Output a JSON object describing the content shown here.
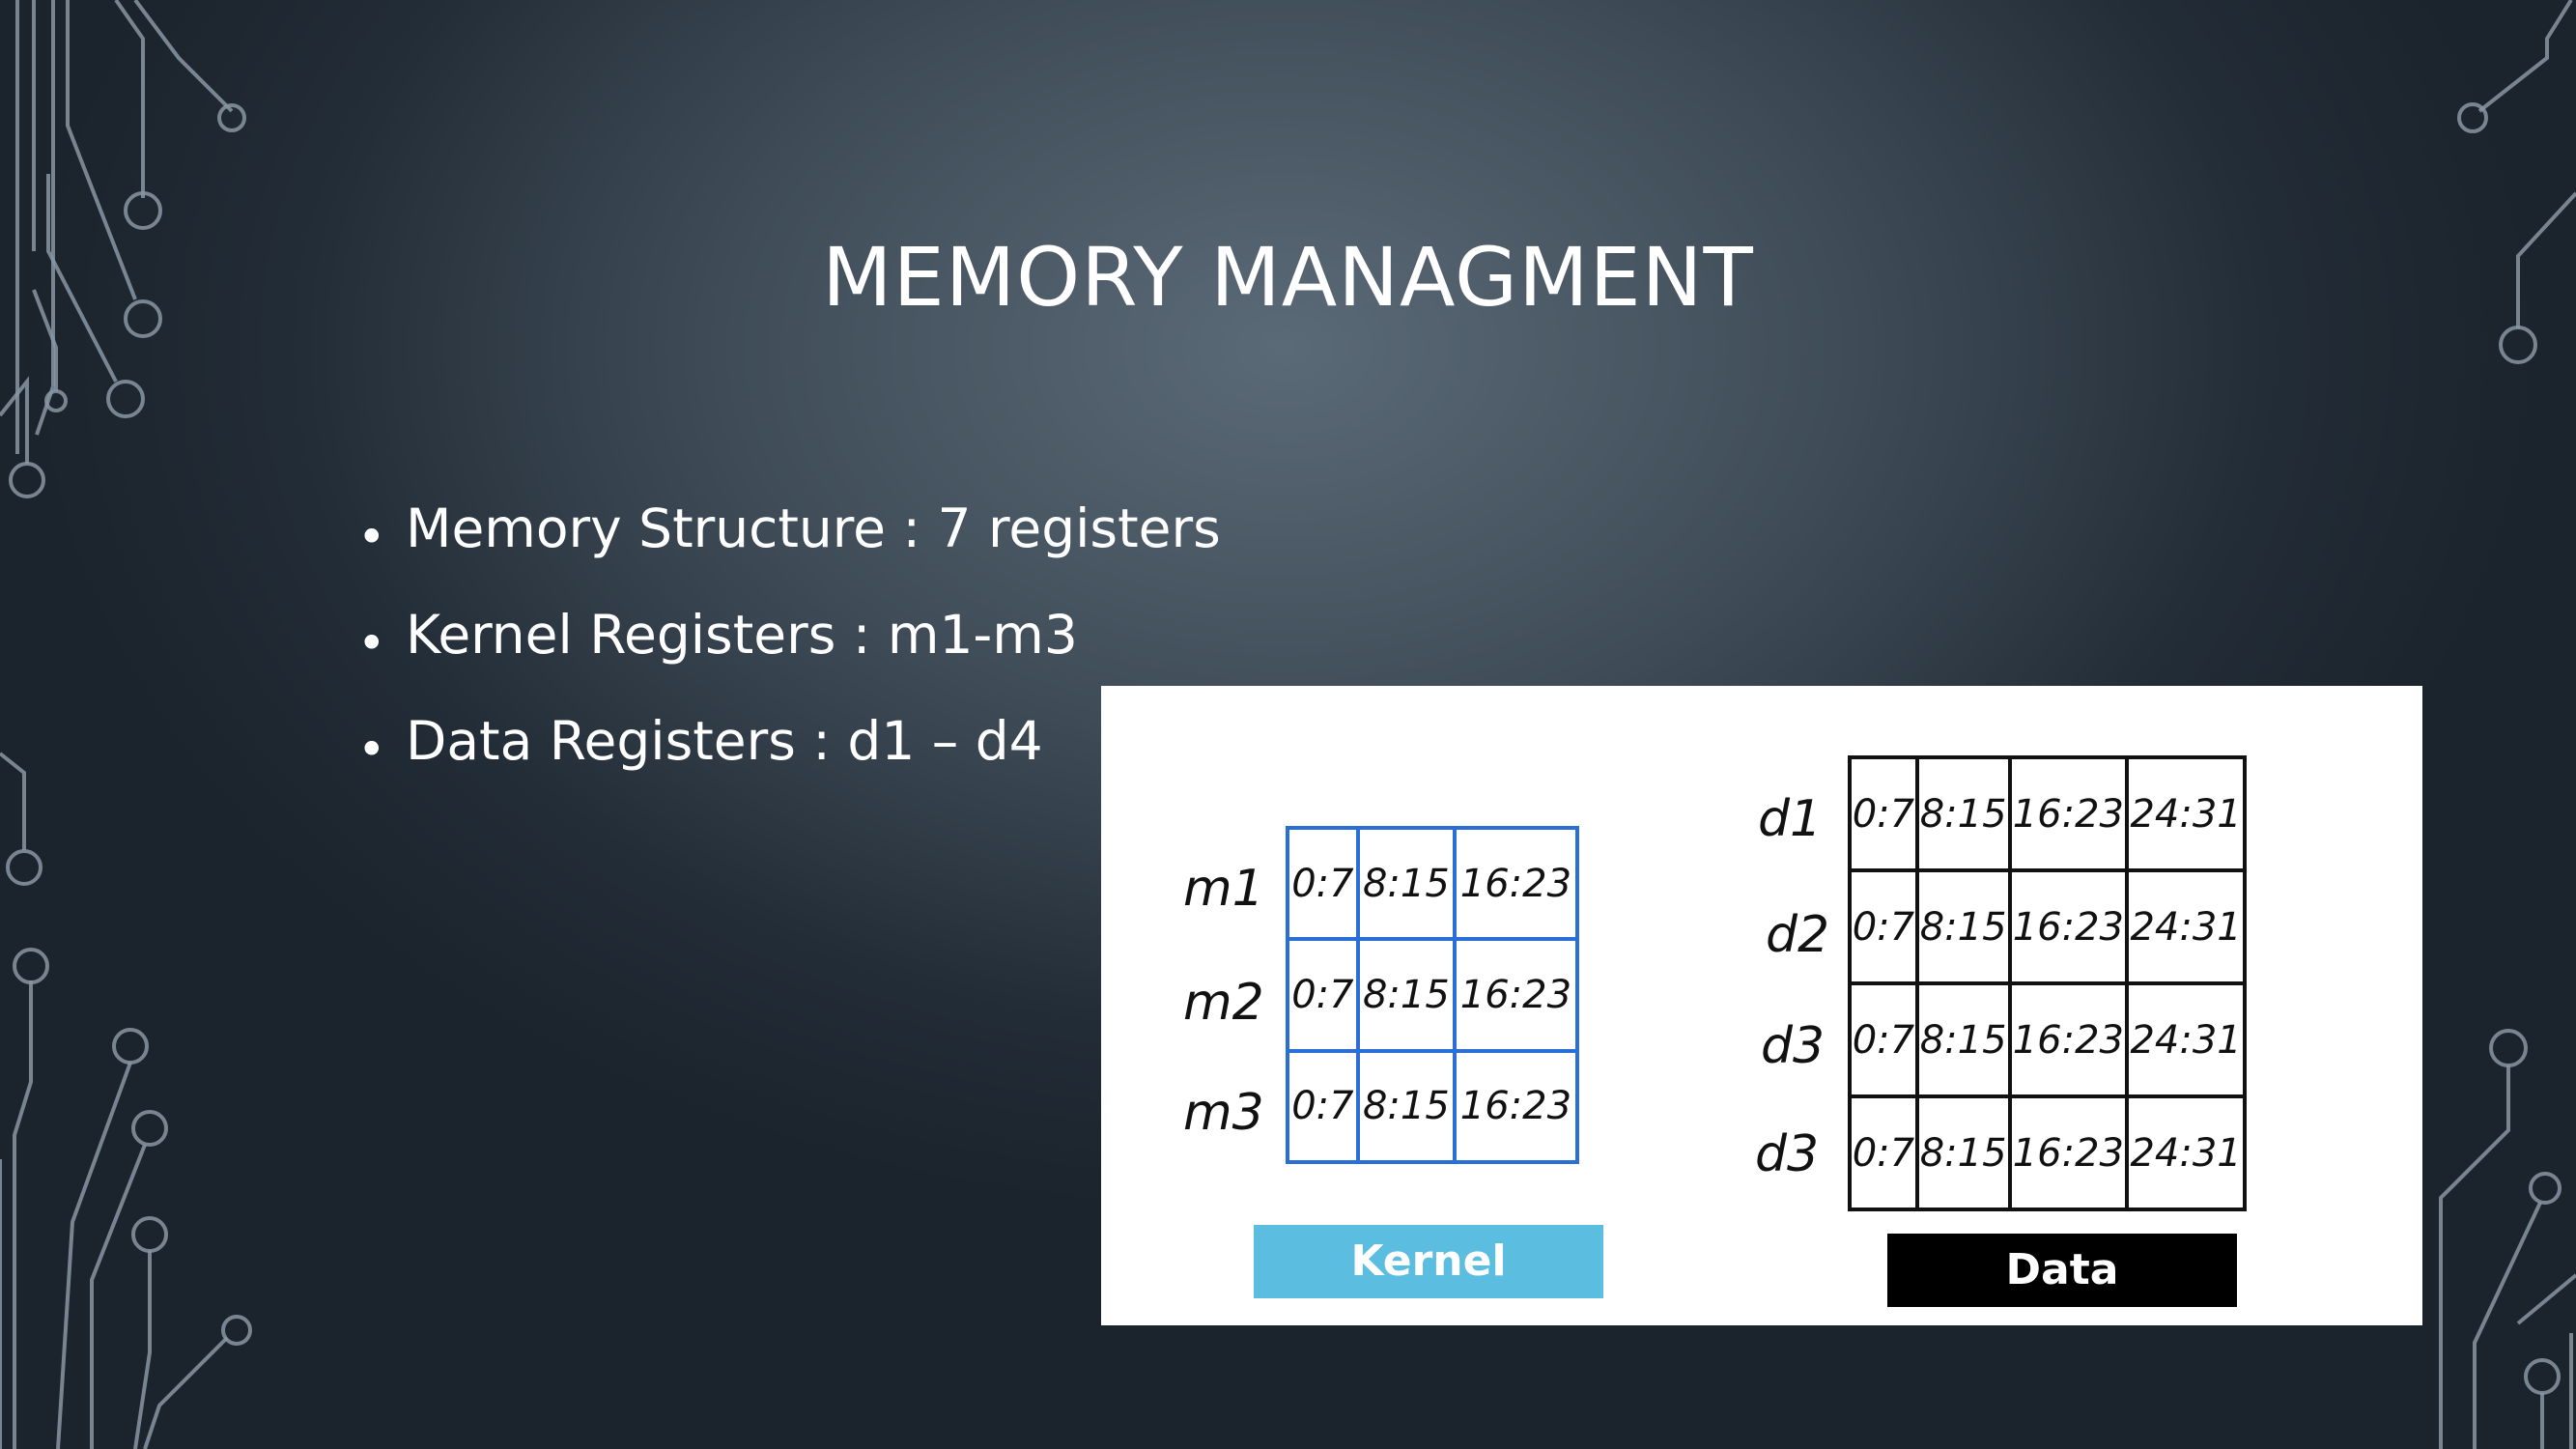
{
  "slide": {
    "title": "MEMORY MANAGMENT",
    "bullets": [
      "Memory Structure : 7 registers",
      "Kernel Registers : m1-m3",
      "Data Registers : d1 – d4"
    ]
  },
  "figure": {
    "kernel": {
      "rows": [
        {
          "label": "m1",
          "cells": [
            "0:7",
            "8:15",
            "16:23"
          ]
        },
        {
          "label": "m2",
          "cells": [
            "0:7",
            "8:15",
            "16:23"
          ]
        },
        {
          "label": "m3",
          "cells": [
            "0:7",
            "8:15",
            "16:23"
          ]
        }
      ],
      "caption": "Kernel",
      "grid_color": "#2b6fd6",
      "caption_color": "#5bbde0"
    },
    "data": {
      "rows": [
        {
          "label": "d1",
          "cells": [
            "0:7",
            "8:15",
            "16:23",
            "24:31"
          ]
        },
        {
          "label": "d2",
          "cells": [
            "0:7",
            "8:15",
            "16:23",
            "24:31"
          ]
        },
        {
          "label": "d3",
          "cells": [
            "0:7",
            "8:15",
            "16:23",
            "24:31"
          ]
        },
        {
          "label": "d3",
          "cells": [
            "0:7",
            "8:15",
            "16:23",
            "24:31"
          ]
        }
      ],
      "caption": "Data",
      "caption_color": "#000000"
    }
  },
  "colors": {
    "circuit": "#8896a3",
    "text": "#ffffff"
  }
}
